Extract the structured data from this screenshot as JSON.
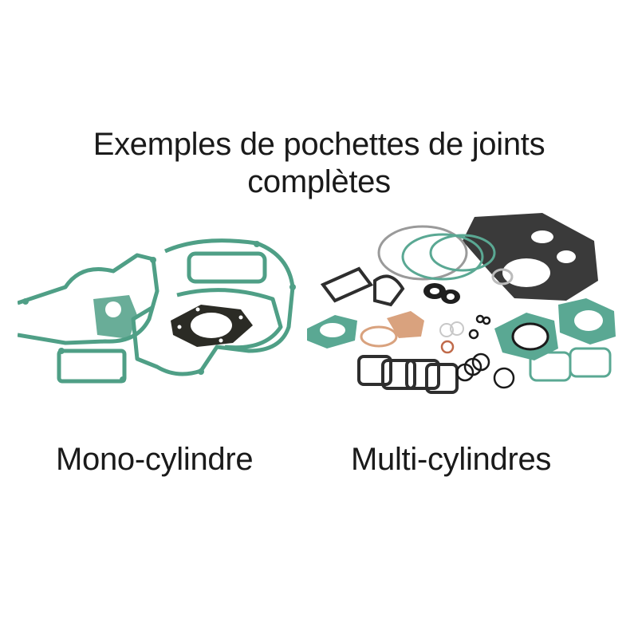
{
  "title": {
    "line1": "Exemples de pochettes de joints",
    "line2": "complètes"
  },
  "products": [
    {
      "label": "Mono-cylindre",
      "image": "gasket-kit-single-cylinder-icon",
      "colors": {
        "gasket_green": "#4f9f86",
        "head_gasket": "#2b2b25"
      }
    },
    {
      "label": "Multi-cylindres",
      "image": "gasket-kit-multi-cylinder-icon",
      "colors": {
        "gasket_green": "#5aa893",
        "gasket_dark": "#333333",
        "gasket_copper": "#d9a27e",
        "gasket_grey": "#9a9a9a"
      }
    }
  ]
}
